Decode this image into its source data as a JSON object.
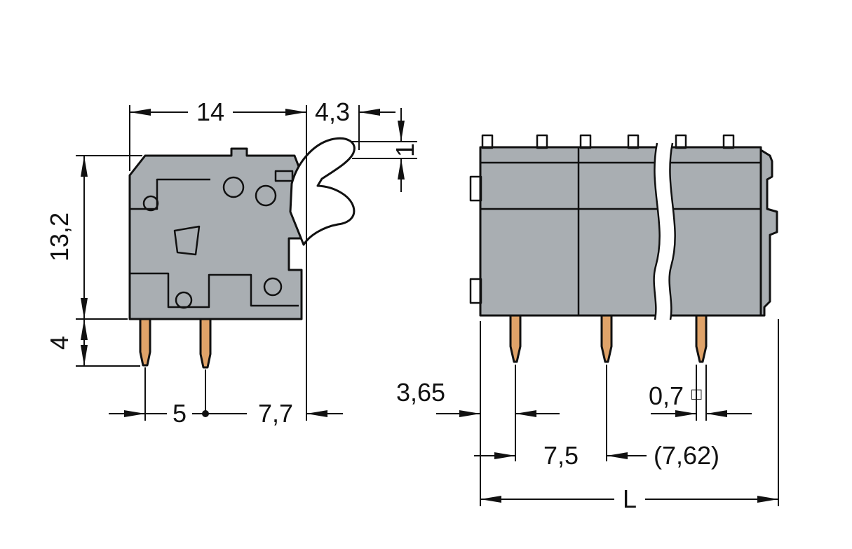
{
  "colors": {
    "housing": "#a9aeb2",
    "pin": "#e0a369",
    "lever": "#ffffff",
    "line": "#111111",
    "background": "#ffffff"
  },
  "side_view": {
    "dims": {
      "overall_width": "14",
      "pusher_width": "4,3",
      "pusher_thickness": "1",
      "housing_height": "13,2",
      "pin_length": "4",
      "pin_spacing": "5",
      "pin_to_edge": "7,7"
    }
  },
  "front_view": {
    "dims": {
      "edge_to_pin": "3,65",
      "pitch": "7,5",
      "pitch_alt": "(7,62)",
      "pin_square": "0,7",
      "pin_square_symbol": "□",
      "overall_length": "L"
    }
  }
}
